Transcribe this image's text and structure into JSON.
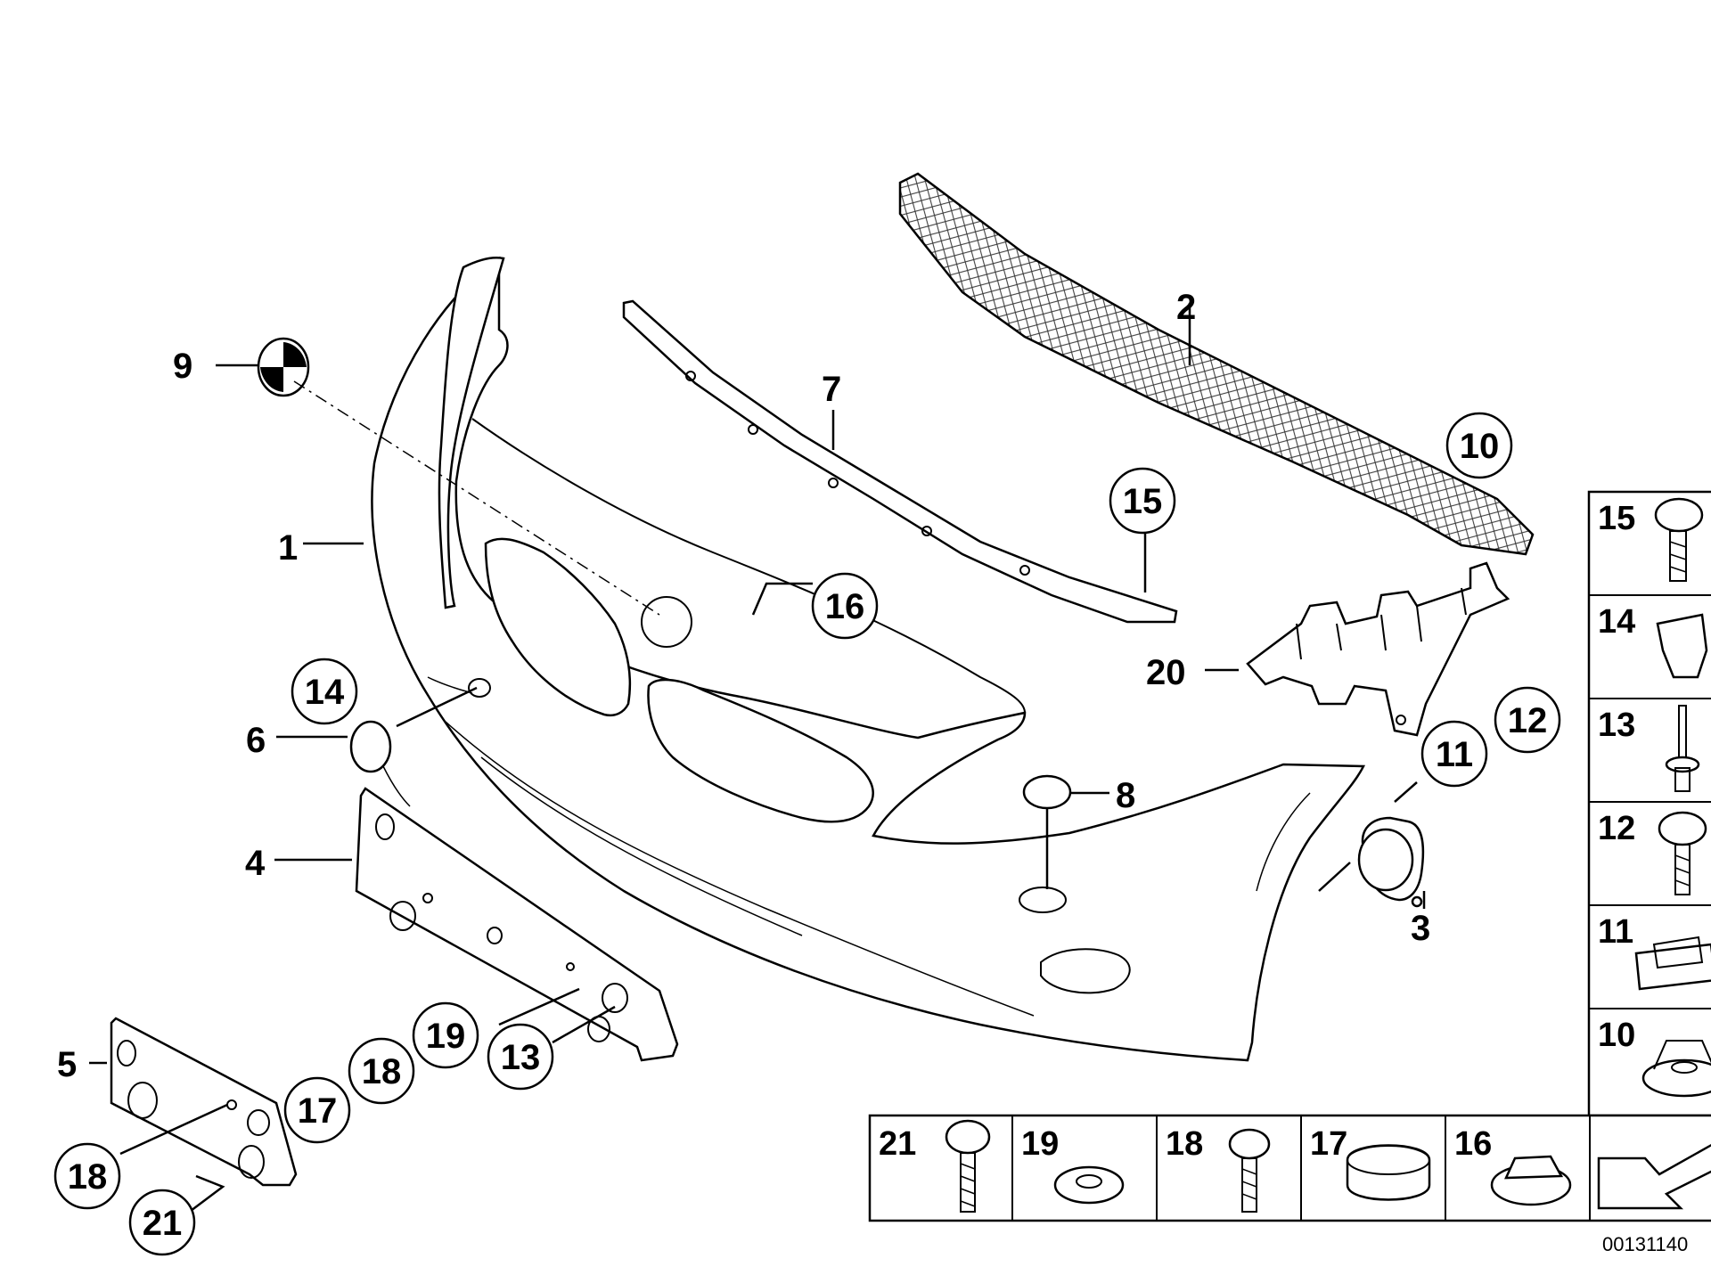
{
  "diagram": {
    "reference_number": "00131140",
    "callouts": [
      "1",
      "2",
      "3",
      "4",
      "5",
      "6",
      "7",
      "8",
      "9",
      "10",
      "11",
      "12",
      "13",
      "14",
      "15",
      "16",
      "17",
      "18",
      "19",
      "20",
      "21"
    ],
    "side_table": [
      "15",
      "14",
      "13",
      "12",
      "11",
      "10"
    ],
    "bottom_table": [
      "21",
      "19",
      "18",
      "17",
      "16"
    ]
  }
}
